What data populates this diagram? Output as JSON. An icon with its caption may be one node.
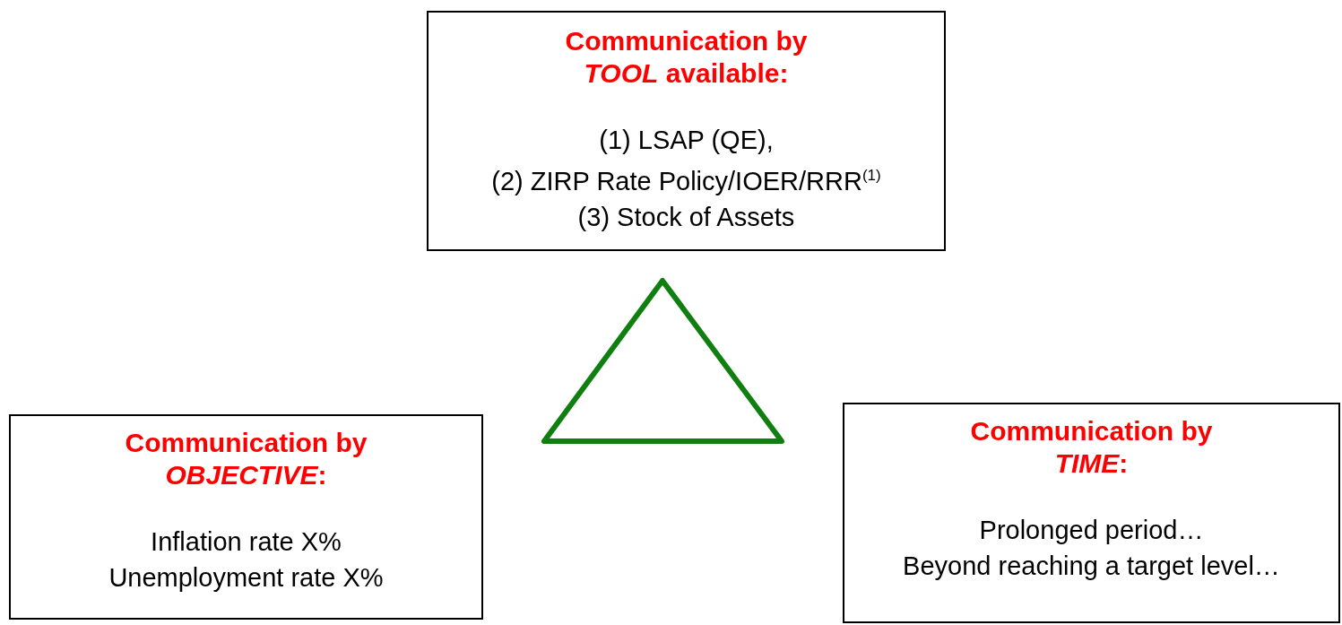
{
  "diagram": {
    "nodes": [
      {
        "text": [
          "Communication by *TOOL* available:",
          "(1) LSAP (QE),",
          "(2) ZIRP Rate Policy/IOER/RRR$^{(1)}$",
          "(3) Stock of Assets"
        ]
      },
      {
        "text": [],
        "shape": "triangle"
      },
      {
        "text": [
          "Communication by *OBJECTIVE*:",
          "Inflation rate X%",
          "Unemployment rate X%"
        ]
      },
      {
        "text": [
          "Communication by *TIME*:",
          "Prolonged period…",
          "Beyond reaching a target level…"
        ]
      }
    ]
  }
}
